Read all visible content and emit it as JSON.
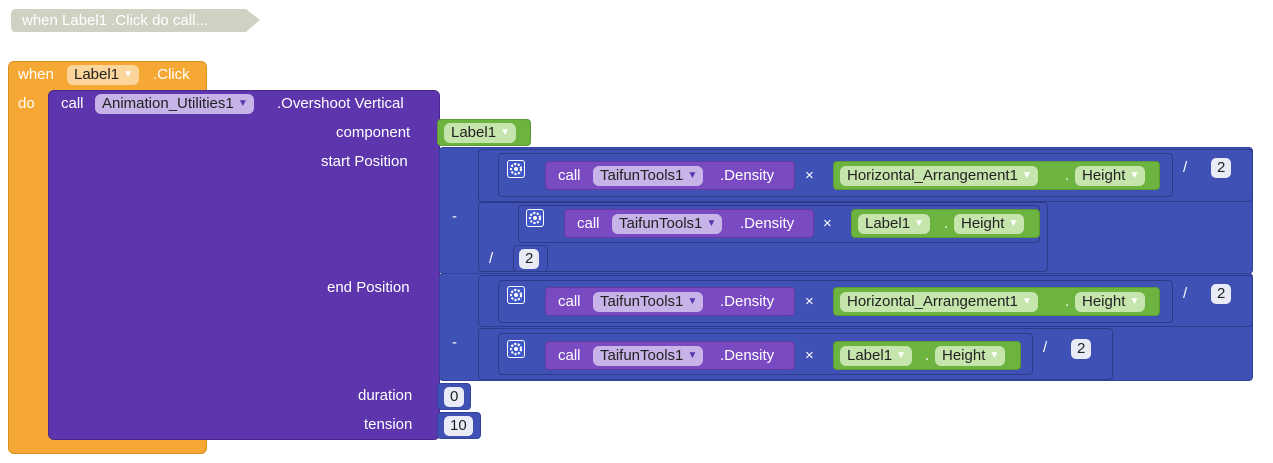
{
  "collapsed": {
    "text": "when  Label1 .Click do call..."
  },
  "event": {
    "when": "when",
    "component": "Label1",
    "event_name": ".Click",
    "do": "do"
  },
  "call_block": {
    "call": "call",
    "component": "Animation_Utilities1",
    "method": ".Overshoot Vertical",
    "param_component": "component",
    "param_start": "start Position",
    "param_end": "end Position",
    "param_duration": "duration",
    "param_tension": "tension",
    "component_value": "Label1",
    "duration_value": "0",
    "tension_value": "10"
  },
  "start_expr": {
    "row1": {
      "call": "call",
      "tool": "TaifunTools1",
      "method": ".Density",
      "times": "×",
      "comp": "Horizontal_Arrangement1",
      "dot": ".",
      "prop": "Height",
      "div": "/",
      "divisor": "2"
    },
    "minus": "-",
    "row2": {
      "call": "call",
      "tool": "TaifunTools1",
      "method": ".Density",
      "times": "×",
      "comp": "Label1",
      "dot": ".",
      "prop": "Height"
    },
    "row3": {
      "div": "/",
      "divisor": "2"
    }
  },
  "end_expr": {
    "row1": {
      "call": "call",
      "tool": "TaifunTools1",
      "method": ".Density",
      "times": "×",
      "comp": "Horizontal_Arrangement1",
      "dot": ".",
      "prop": "Height",
      "div": "/",
      "divisor": "2"
    },
    "minus": "-",
    "row2": {
      "call": "call",
      "tool": "TaifunTools1",
      "method": ".Density",
      "times": "×",
      "comp": "Label1",
      "dot": ".",
      "prop": "Height",
      "div": "/",
      "divisor": "2"
    }
  },
  "colors": {
    "event": "#f6a834",
    "procedure": "#5d35ad",
    "math": "#3f51b5",
    "tool_call": "#7a4ac2",
    "component": "#6cb33f",
    "collapsed": "#cfd1c2"
  },
  "icons": {
    "dropdown": "triangle-down-icon",
    "mutator": "gear-icon"
  }
}
